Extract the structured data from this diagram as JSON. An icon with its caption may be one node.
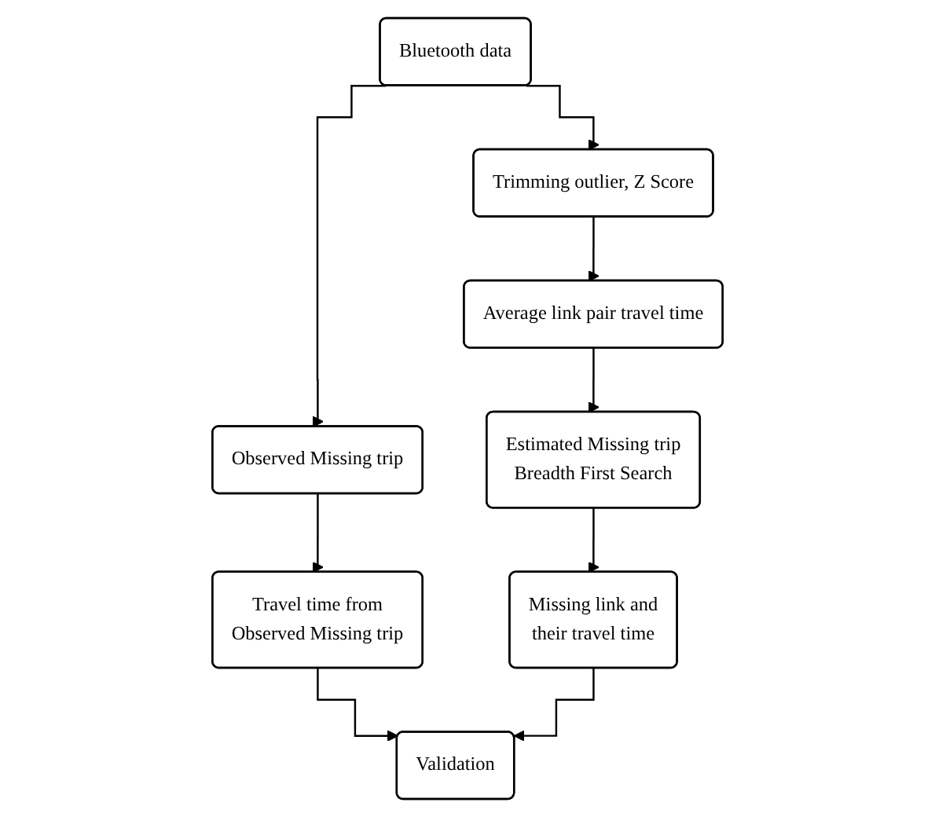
{
  "diagram": {
    "nodes": [
      {
        "text": [
          "Bluetooth data"
        ]
      },
      {
        "text": [
          "Trimming outlier, Z Score"
        ]
      },
      {
        "text": [
          "Average link pair travel time"
        ]
      },
      {
        "text": [
          "Estimated Missing trip Breadth First Search"
        ]
      },
      {
        "text": [
          "Missing link and their travel time"
        ]
      },
      {
        "text": [
          "Observed Missing trip"
        ]
      },
      {
        "text": [
          "Travel time from Observed Missing trip"
        ]
      },
      {
        "text": [
          "Validation"
        ]
      }
    ],
    "edges": [
      {
        "from": 0,
        "to": 1,
        "arrow": "to"
      },
      {
        "from": 1,
        "to": 2,
        "arrow": "to"
      },
      {
        "from": 2,
        "to": 3,
        "arrow": "to"
      },
      {
        "from": 3,
        "to": 4,
        "arrow": "to"
      },
      {
        "from": 0,
        "to": 5,
        "arrow": "to"
      },
      {
        "from": 5,
        "to": 6,
        "arrow": "to"
      },
      {
        "from": 6,
        "to": 7,
        "arrow": "to"
      },
      {
        "from": 4,
        "to": 7,
        "arrow": "to"
      }
    ]
  }
}
